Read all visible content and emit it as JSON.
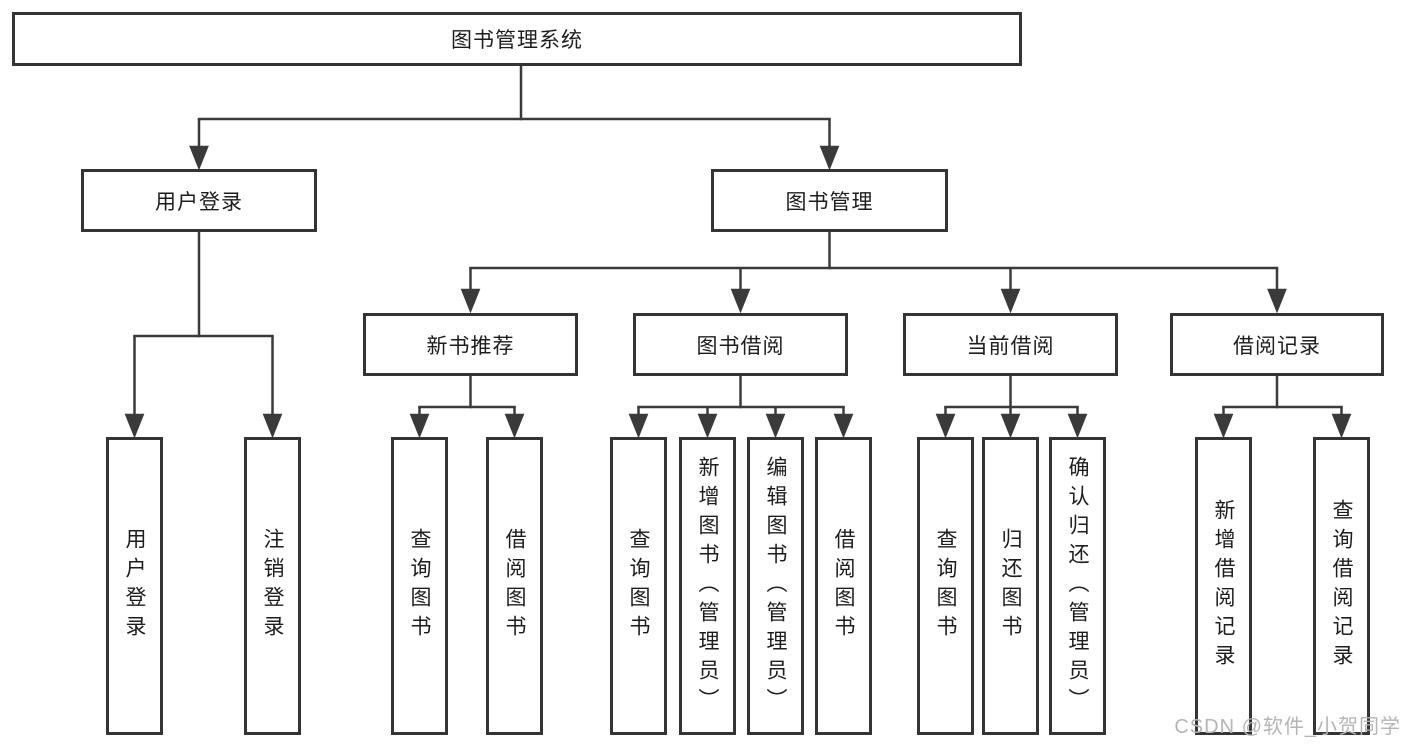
{
  "diagram": {
    "title": "图书管理系统",
    "branches": [
      {
        "label": "用户登录",
        "children": [
          {
            "label": "用户登录"
          },
          {
            "label": "注销登录"
          }
        ]
      },
      {
        "label": "图书管理",
        "children": [
          {
            "label": "新书推荐",
            "children": [
              {
                "label": "查询图书"
              },
              {
                "label": "借阅图书"
              }
            ]
          },
          {
            "label": "图书借阅",
            "children": [
              {
                "label": "查询图书"
              },
              {
                "label": "新增图书（管理员）"
              },
              {
                "label": "编辑图书（管理员）"
              },
              {
                "label": "借阅图书"
              }
            ]
          },
          {
            "label": "当前借阅",
            "children": [
              {
                "label": "查询图书"
              },
              {
                "label": "归还图书"
              },
              {
                "label": "确认归还（管理员）"
              }
            ]
          },
          {
            "label": "借阅记录",
            "children": [
              {
                "label": "新增借阅记录"
              },
              {
                "label": "查询借阅记录"
              }
            ]
          }
        ]
      }
    ]
  },
  "watermark": {
    "text": "CSDN @软件_小贺同学",
    "color": "#b5b5b5"
  },
  "colors": {
    "line": "#3a3a3a",
    "box_border": "#343434",
    "text": "#1d1d1d",
    "background": "#ffffff"
  }
}
